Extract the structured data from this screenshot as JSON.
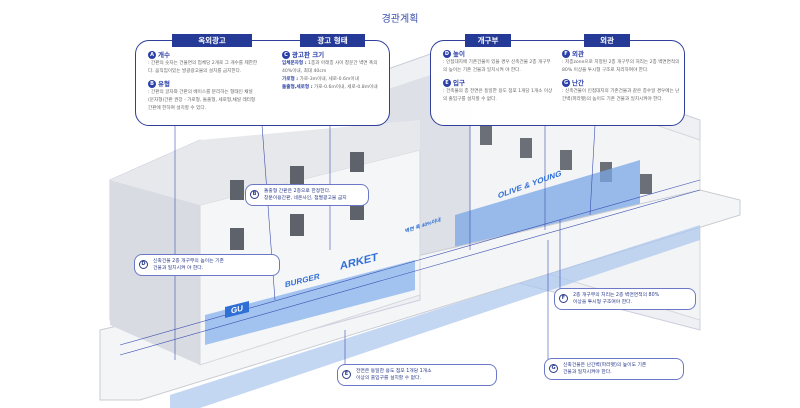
{
  "title": "경관계획",
  "left_box": {
    "tab1": "옥외광고",
    "tab2": "광고 형태",
    "a": {
      "badge": "A",
      "label": "개수",
      "text": ": 간판의 숫자는 건물면의 업체당 2개로 그 개수를 제한한다. 움직임이있는 발광광고물의 설치를 금지한다."
    },
    "b": {
      "badge": "B",
      "label": "유형",
      "text": ": 간판의 글자와 간판의 베이스를 분리하는 형태인 채널(문자형)간판 권장 - 가로형, 돌출형, 세로형,채널 레터형 간판에 한하여 설치할 수 있다."
    },
    "c": {
      "badge": "C",
      "label": "광고판 크기",
      "l1": "입체문자형 :",
      "t1": "1층과 아래층 사이 창문간 벽면 폭의 40%이내, 최대 40cm",
      "l2": "가로형 :",
      "t2": "가로-3m이내, 세로-0.6m이내",
      "l3": "돌출형,세로형 :",
      "t3": "가로-0.6m이내, 세로-0.8m이내"
    }
  },
  "right_box": {
    "tab1": "개구부",
    "tab2": "외관",
    "d": {
      "badge": "D",
      "label": "높이",
      "text": ": 인접대지에 기존건물이 있을 경우 신축건물 2층 개구부의 높이는 기존 건물과 일치시켜 야 한다."
    },
    "e": {
      "badge": "E",
      "label": "입구",
      "text": ": 건축물의 층 전면은 동일한 용도 점포 1개당 1개소 이상의 출입구를 설치할 수 없다."
    },
    "f": {
      "badge": "F",
      "label": "외관",
      "text": ": 저층zone으로 지정된 2층 개구부의 처리는 2층 벽면면적의 80% 이상을 투시형 구조로 처리하여야 한다."
    },
    "g": {
      "badge": "G",
      "label": "난간",
      "text": ": 신축건물이 인접대지의 기존건물과 같은 층수일 경우에는 난간벽(파라펫)의 높이도 기존 건물과 일치시켜야 한다."
    }
  },
  "callouts": {
    "b": {
      "badge": "B",
      "l1": "돌출형 간판은 2층으로 한정한다.",
      "l2": "창문이용간판, 네온사인, 점멸광고물 금지"
    },
    "d": {
      "badge": "D",
      "l1": "신축건물 2층 개구부의 높이는 기존",
      "l2": "건물과 일치시켜 야 한다."
    },
    "e": {
      "badge": "E",
      "l1": "전면은 동일한 용도 점포 1개당 1개소",
      "l2": "이상의 출입구를 설치할 수 없다."
    },
    "f": {
      "badge": "F",
      "l1": "2층 개구부의 처리는 2층 벽면면적의 80%",
      "l2": "이상을 투시형 구조여야 한다."
    },
    "g": {
      "badge": "G",
      "l1": "신축건물은 난간벽(파라펫)의 높이도 기존",
      "l2": "건물과 일치시켜야 한다."
    }
  },
  "signs": {
    "gu": "GU",
    "burger": "BURGER",
    "arket": "ARKET",
    "olive": "OLIVE & YOUNG",
    "dim": "벽면 폭 40%이내"
  }
}
